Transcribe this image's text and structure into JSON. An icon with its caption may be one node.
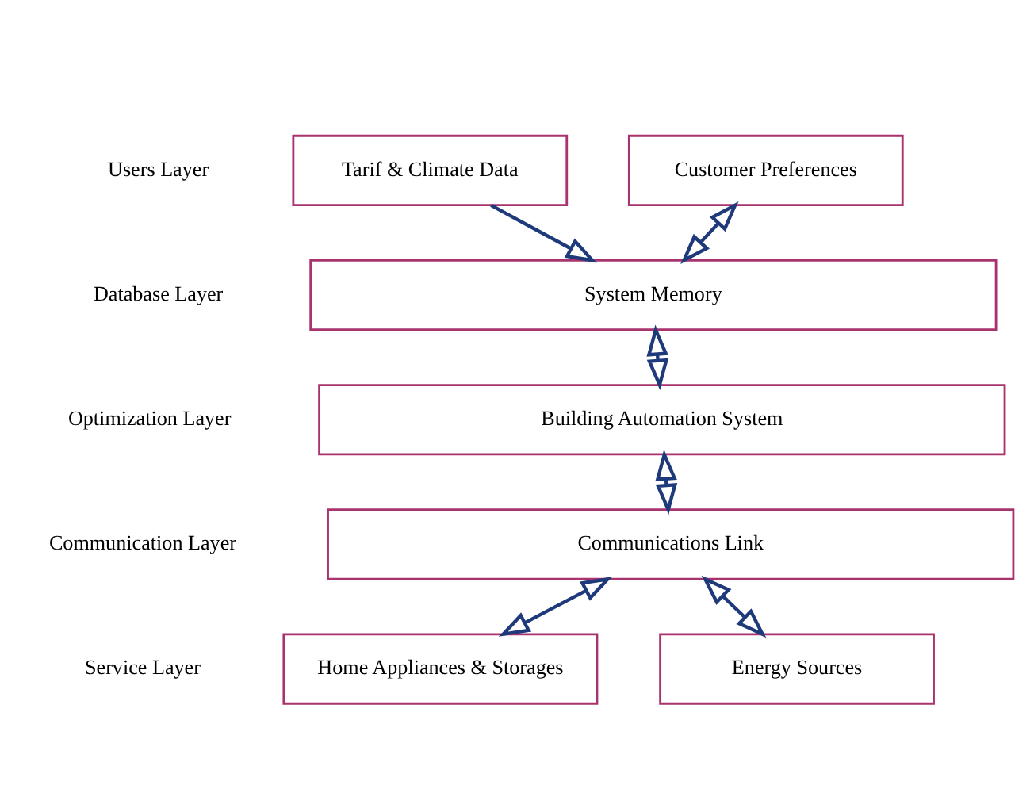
{
  "diagram": {
    "nodes": [
      {
        "text": [
          "Customer Preferences"
        ]
      },
      {
        "text": [
          "Tarif & Climate Data"
        ]
      },
      {
        "text": [
          "System Memory"
        ]
      },
      {
        "text": [
          "Building Automation System"
        ]
      },
      {
        "text": [
          "Communications Link"
        ]
      },
      {
        "text": [
          "Home Appliances & Storages"
        ]
      },
      {
        "text": [
          "Energy Sources"
        ]
      }
    ],
    "edges": [
      {
        "from": 0,
        "to": 2,
        "arrow": "both"
      },
      {
        "from": 1,
        "to": 2,
        "arrow": "to"
      },
      {
        "from": 2,
        "to": 3,
        "arrow": "both"
      },
      {
        "from": 3,
        "to": 4,
        "arrow": "both"
      },
      {
        "from": 4,
        "to": 5,
        "arrow": "both"
      },
      {
        "from": 4,
        "to": 6,
        "arrow": "both"
      }
    ],
    "labels": [
      "Users Layer",
      "Database Layer",
      "Optimization Layer",
      "Communication Layer",
      "Service Layer"
    ]
  }
}
